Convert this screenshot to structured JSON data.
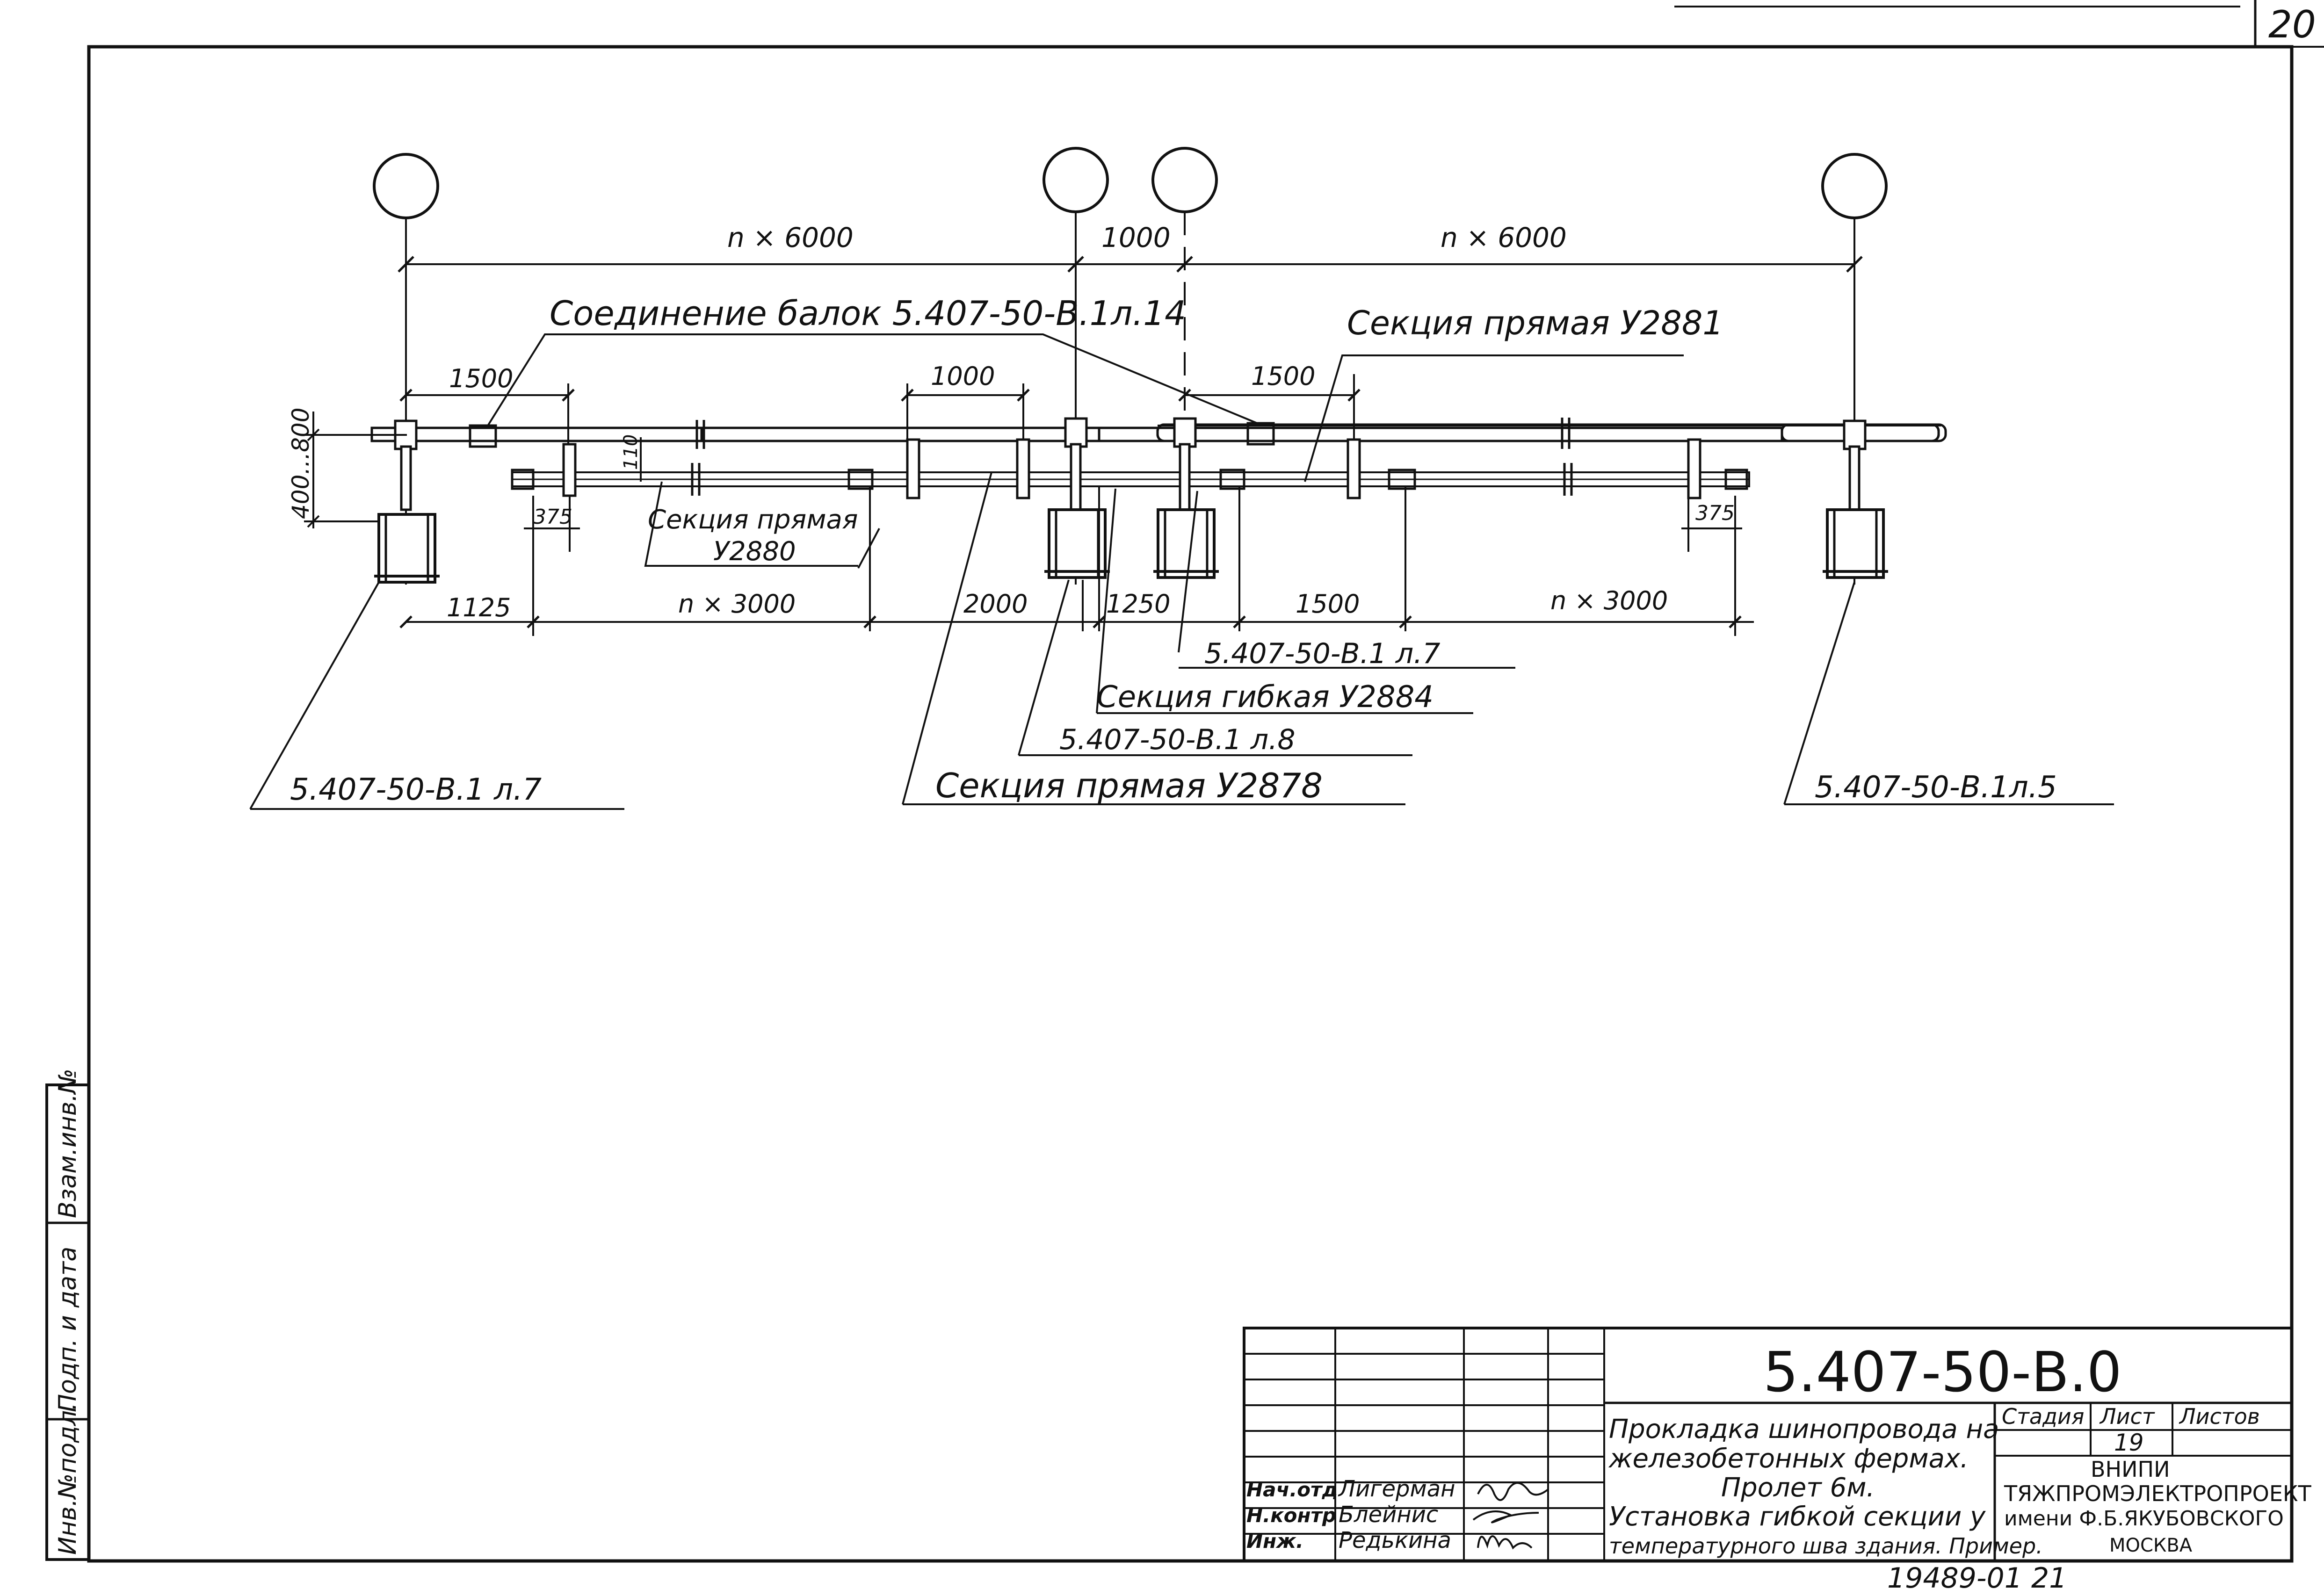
{
  "sheet_number": "20",
  "diagram": {
    "dimensions": {
      "top_left": "n × 6000",
      "top_mid": "1000",
      "top_right": "n × 6000",
      "d1500_left": "1500",
      "d1000": "1000",
      "d1500_right": "1500",
      "height_range": "400...800",
      "d110": "110",
      "d375_left": "375",
      "d375_right": "375",
      "b1125": "1125",
      "b_n3000_left": "n × 3000",
      "b2000": "2000",
      "b1250": "1250",
      "b1500": "1500",
      "b_n3000_right": "n × 3000"
    },
    "callouts": {
      "beam_joint": "Соединение балок 5.407-50-В.1л.14",
      "straight_2881": "Секция прямая У2881",
      "straight_2880_a": "Секция прямая",
      "straight_2880_b": "У2880",
      "ref_l7_right": "5.407-50-В.1 л.7",
      "flexible_2884": "Секция гибкая У2884",
      "ref_l8": "5.407-50-В.1 л.8",
      "ref_l7_left": "5.407-50-В.1 л.7",
      "straight_2878": "Секция прямая У2878",
      "ref_l5": "5.407-50-В.1л.5"
    }
  },
  "side_stamp": {
    "inv_podl": "Инв.№подл.",
    "podp_data": "Подп. и дата",
    "vzam_inv": "Взам.инв.№"
  },
  "title_block": {
    "doc_code": "5.407-50-В.0",
    "title_line1": "Прокладка шинопровода на",
    "title_line2": "железобетонных фермах.",
    "title_line3": "Пролет 6м.",
    "title_line4": "Установка гибкой секции у",
    "title_line5": "температурного шва здания. Пример.",
    "col_stage": "Стадия",
    "col_sheet": "Лист",
    "col_sheets": "Листов",
    "sheet_value": "19",
    "org_line1": "ВНИПИ",
    "org_line2": "ТЯЖПРОМЭЛЕКТРОПРОЕКТ",
    "org_line3": "имени Ф.Б.ЯКУБОВСКОГО",
    "org_line4": "МОСКВА",
    "roles": [
      {
        "role": "Нач.отд",
        "name": "Лигерман"
      },
      {
        "role": "Н.контр",
        "name": "Блейнис"
      },
      {
        "role": "Инж.",
        "name": "Редькина"
      }
    ]
  },
  "archive_number": "19489-01 21"
}
